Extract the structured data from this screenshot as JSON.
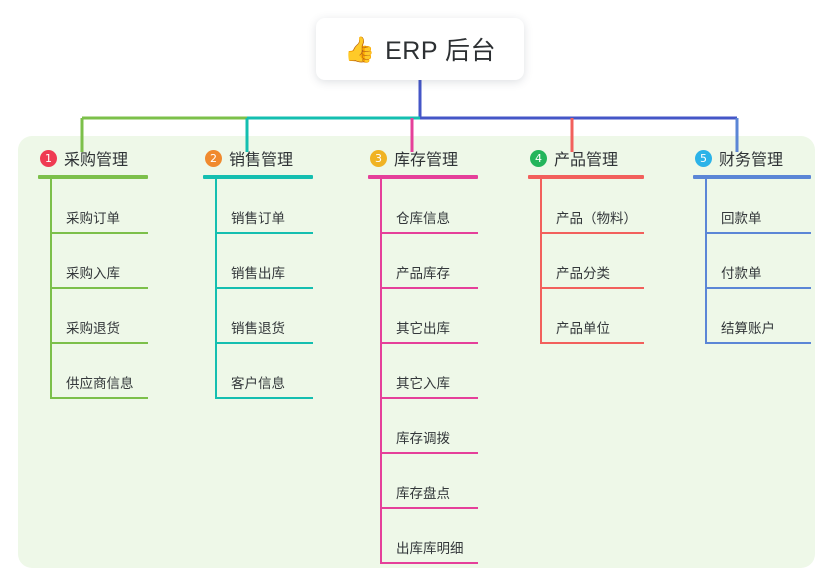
{
  "root": {
    "icon": "thumbs-up-icon",
    "emoji": "👍",
    "title": "ERP 后台"
  },
  "panel": {
    "background_color": "#eef8e8"
  },
  "connector": {
    "trunk_color": "#4456c7",
    "bus_segments": [
      {
        "color": "#7cc04a"
      },
      {
        "color": "#14bfb0"
      },
      {
        "color": "#4456c7"
      }
    ]
  },
  "columns": [
    {
      "index": "1",
      "badge_text": "1",
      "badge_color": "#ef3b52",
      "line_color": "#7cc04a",
      "label": "采购管理",
      "items": [
        {
          "label": "采购订单"
        },
        {
          "label": "采购入库"
        },
        {
          "label": "采购退货"
        },
        {
          "label": "供应商信息"
        }
      ]
    },
    {
      "index": "2",
      "badge_text": "2",
      "badge_color": "#f08a2e",
      "line_color": "#14bfb0",
      "label": "销售管理",
      "items": [
        {
          "label": "销售订单"
        },
        {
          "label": "销售出库"
        },
        {
          "label": "销售退货"
        },
        {
          "label": "客户信息"
        }
      ]
    },
    {
      "index": "3",
      "badge_text": "3",
      "badge_color": "#f0b323",
      "line_color": "#e5409a",
      "label": "库存管理",
      "items": [
        {
          "label": "仓库信息"
        },
        {
          "label": "产品库存"
        },
        {
          "label": "其它出库"
        },
        {
          "label": "其它入库"
        },
        {
          "label": "库存调拨"
        },
        {
          "label": "库存盘点"
        },
        {
          "label": "出库库明细"
        }
      ]
    },
    {
      "index": "4",
      "badge_text": "4",
      "badge_color": "#23b55b",
      "line_color": "#f2605c",
      "label": "产品管理",
      "items": [
        {
          "label": "产品（物料）"
        },
        {
          "label": "产品分类"
        },
        {
          "label": "产品单位"
        }
      ]
    },
    {
      "index": "5",
      "badge_text": "5",
      "badge_color": "#2bb3e8",
      "line_color": "#5b86d6",
      "label": "财务管理",
      "items": [
        {
          "label": "回款单"
        },
        {
          "label": "付款单"
        },
        {
          "label": "结算账户"
        }
      ]
    }
  ]
}
